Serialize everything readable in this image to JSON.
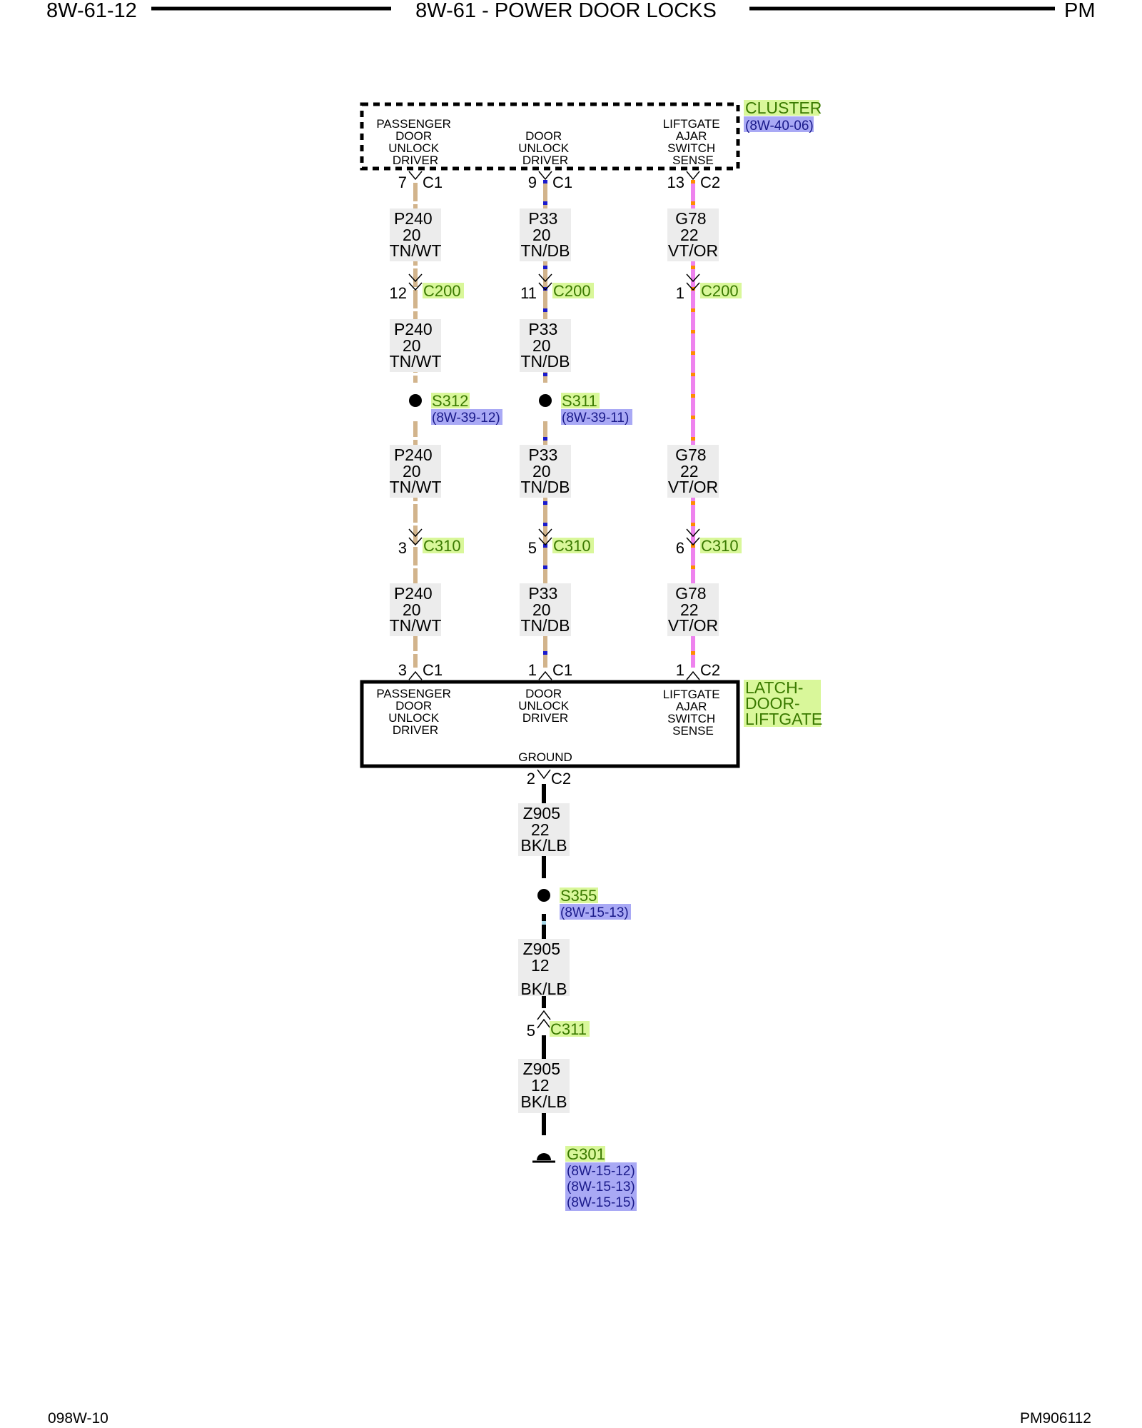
{
  "header": {
    "left": "8W-61-12",
    "center": "8W-61 - POWER DOOR LOCKS",
    "right": "PM"
  },
  "footer": {
    "left": "098W-10",
    "right": "PM906112"
  },
  "cluster": {
    "name": "CLUSTER",
    "ref": "(8W-40-06)",
    "pins": [
      {
        "lines": [
          "PASSENGER",
          "DOOR",
          "UNLOCK",
          "DRIVER"
        ],
        "pin": "7",
        "conn": "C1"
      },
      {
        "lines": [
          "DOOR",
          "UNLOCK",
          "DRIVER"
        ],
        "pin": "9",
        "conn": "C1"
      },
      {
        "lines": [
          "LIFTGATE",
          "AJAR",
          "SWITCH",
          "SENSE"
        ],
        "pin": "13",
        "conn": "C2"
      }
    ]
  },
  "latch": {
    "name_lines": [
      "LATCH-",
      "DOOR-",
      "LIFTGATE"
    ],
    "pins": [
      {
        "lines": [
          "PASSENGER",
          "DOOR",
          "UNLOCK",
          "DRIVER"
        ],
        "pin": "3",
        "conn": "C1"
      },
      {
        "lines": [
          "DOOR",
          "UNLOCK",
          "DRIVER"
        ],
        "pin": "1",
        "conn": "C1"
      },
      {
        "lines": [
          "LIFTGATE",
          "AJAR",
          "SWITCH",
          "SENSE"
        ],
        "pin": "1",
        "conn": "C2"
      }
    ],
    "ground": {
      "label": "GROUND",
      "pin": "2",
      "conn": "C2"
    }
  },
  "wires": {
    "P240": {
      "circuit": "P240",
      "gauge": "20",
      "color": "TN/WT"
    },
    "P33": {
      "circuit": "P33",
      "gauge": "20",
      "color": "TN/DB"
    },
    "G78": {
      "circuit": "G78",
      "gauge": "22",
      "color": "VT/OR"
    },
    "Z905_22": {
      "circuit": "Z905",
      "gauge": "22",
      "color": "BK/LB"
    },
    "Z905_12": {
      "circuit": "Z905",
      "gauge": "12",
      "color": "BK/LB"
    }
  },
  "connectors": {
    "c200": {
      "name": "C200",
      "pins": [
        "12",
        "11",
        "1"
      ]
    },
    "c310": {
      "name": "C310",
      "pins": [
        "3",
        "5",
        "6"
      ]
    },
    "c311": {
      "name": "C311",
      "pin": "5"
    }
  },
  "splices": {
    "s312": {
      "name": "S312",
      "ref": "(8W-39-12)"
    },
    "s311": {
      "name": "S311",
      "ref": "(8W-39-11)"
    },
    "s355": {
      "name": "S355",
      "ref": "(8W-15-13)"
    }
  },
  "ground_point": {
    "name": "G301",
    "refs": [
      "(8W-15-12)",
      "(8W-15-13)",
      "(8W-15-15)"
    ]
  },
  "colors": {
    "tan": "#d2b48c",
    "dark_blue": "#1a1acd",
    "violet": "#ee82ee",
    "orange": "#ff8c00",
    "black": "#000000",
    "light_blue": "#a8d8e8",
    "label_green_bg": "#d9f79a",
    "label_blue_bg": "#a9a9f5",
    "label_grey_bg": "#ececec"
  }
}
